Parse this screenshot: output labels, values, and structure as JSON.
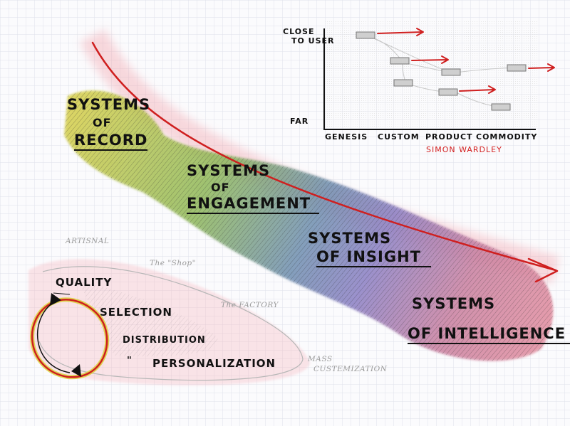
{
  "stages": {
    "record": {
      "line1": "SYSTEMS",
      "line2": "OF",
      "line3": "RECORD"
    },
    "engagement": {
      "line1": "SYSTEMS",
      "line2": "OF",
      "line3": "ENGAGEMENT"
    },
    "insight": {
      "line1": "SYSTEMS",
      "line2": "OF INSIGHT"
    },
    "intelligence": {
      "line1": "SYSTEMS",
      "line2": "OF INTELLIGENCE"
    }
  },
  "map": {
    "y_top_line1": "CLOSE",
    "y_top_line2": "TO USER",
    "y_bottom": "FAR",
    "x_labels": [
      "GENESIS",
      "CUSTOM",
      "PRODUCT",
      "COMMODITY"
    ],
    "credit": "SIMON WARDLEY"
  },
  "cycle": {
    "quality": "QUALITY",
    "selection": "SELECTION",
    "distribution": "DISTRIBUTION",
    "ditto": "\"",
    "personalization": "PERSONALIZATION"
  },
  "eras": {
    "artisanal": "ARTISNAL",
    "shop": "The \"Shop\"",
    "factory": "The FACTORY",
    "mass_line1": "MASS",
    "mass_line2": "CUSTEMIZATION"
  },
  "colors": {
    "arrow": "#cf1f1f",
    "band_start": "#d9d04a",
    "band_mid": "#8fb85a",
    "band_blue": "#6f8fb0",
    "band_end": "#e58e9e",
    "grid": "#dfe2ea"
  }
}
